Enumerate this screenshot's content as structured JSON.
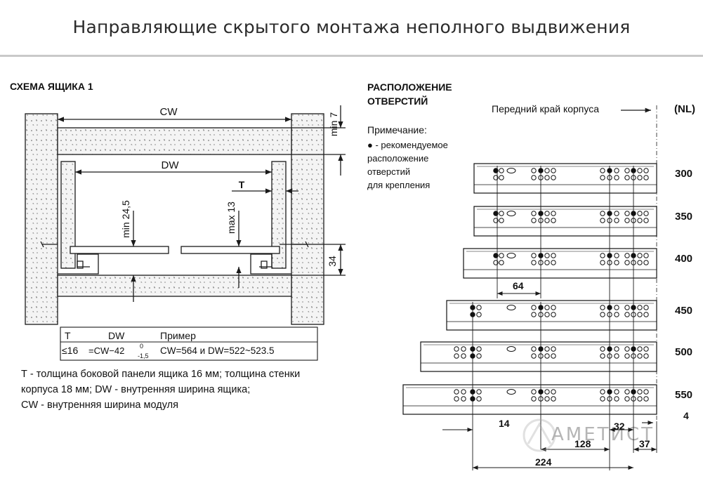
{
  "title": "Направляющие скрытого монтажа неполного выдвижения",
  "left": {
    "heading": "СХЕМА ЯЩИКА 1",
    "labels": {
      "cw": "CW",
      "dw": "DW",
      "min7": "min 7",
      "min245": "min 24,5",
      "max13": "max 13",
      "t": "T",
      "d34": "34"
    },
    "table": {
      "headers": [
        "T",
        "DW",
        "Пример"
      ],
      "row": {
        "t": "≤16",
        "dw_formula": "=CW−42",
        "dw_tol_upper": "0",
        "dw_tol_lower": "-1,5",
        "example": "CW=564  и  DW=522~523.5"
      }
    },
    "description": [
      "Т - толщина боковой панели ящика 16 мм; толщина стенки",
      "корпуса 18 мм; DW - внутренняя ширина ящика;",
      "CW - внутренняя ширина модуля"
    ]
  },
  "right": {
    "heading": [
      "РАСПОЛОЖЕНИЕ",
      "ОТВЕРСТИЙ"
    ],
    "note_title": "Примечание:",
    "note_lines": [
      "● - рекомендуемое",
      "расположение",
      "отверстий",
      "для крепления"
    ],
    "front_edge": "Передний край корпуса",
    "nl_header": "(NL)",
    "lengths": [
      "300",
      "350",
      "400",
      "450",
      "500",
      "550"
    ],
    "dims": {
      "d64": "64",
      "d14": "14",
      "d32": "32",
      "d4": "4",
      "d128": "128",
      "d37": "37",
      "d224": "224"
    }
  },
  "watermark": "АМЕТИСТ",
  "colors": {
    "line": "#1a1a1a",
    "concrete": "#f4f4f4",
    "rule": "#c9c9c9",
    "slide_fill": "#ffffff"
  },
  "icons": {
    "recommended_hole": "filled-circle",
    "other_hole": "open-circle",
    "slot": "oval"
  }
}
